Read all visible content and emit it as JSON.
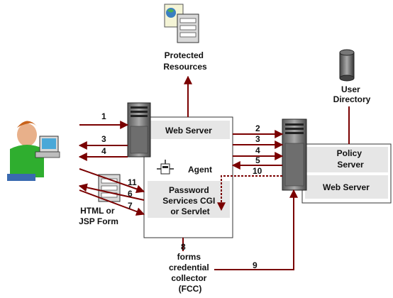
{
  "labels": {
    "protected_resources": [
      "Protected",
      "Resources"
    ],
    "user_directory": [
      "User",
      "Directory"
    ],
    "web_server_left": "Web Server",
    "agent": "Agent",
    "password_services": [
      "Password",
      "Services CGI",
      "or Servlet"
    ],
    "policy_server": [
      "Policy",
      "Server"
    ],
    "web_server_right": "Web Server",
    "html_form": [
      "HTML or",
      "JSP Form"
    ],
    "fcc": [
      "forms",
      "credential",
      "collector",
      "(FCC)"
    ]
  },
  "step_numbers": {
    "s1": "1",
    "s2": "2",
    "s3a": "3",
    "s3b": "3",
    "s4a": "4",
    "s4b": "4",
    "s5": "5",
    "s6": "6",
    "s7": "7",
    "s8": "8",
    "s9": "9",
    "s10": "10",
    "s11": "11"
  },
  "colors": {
    "arrow": "#7a0000",
    "panel_fill": "#ffffff",
    "panel_band": "#e6e6e6",
    "server_body": "#8a8a8a",
    "stroke": "#333333"
  }
}
